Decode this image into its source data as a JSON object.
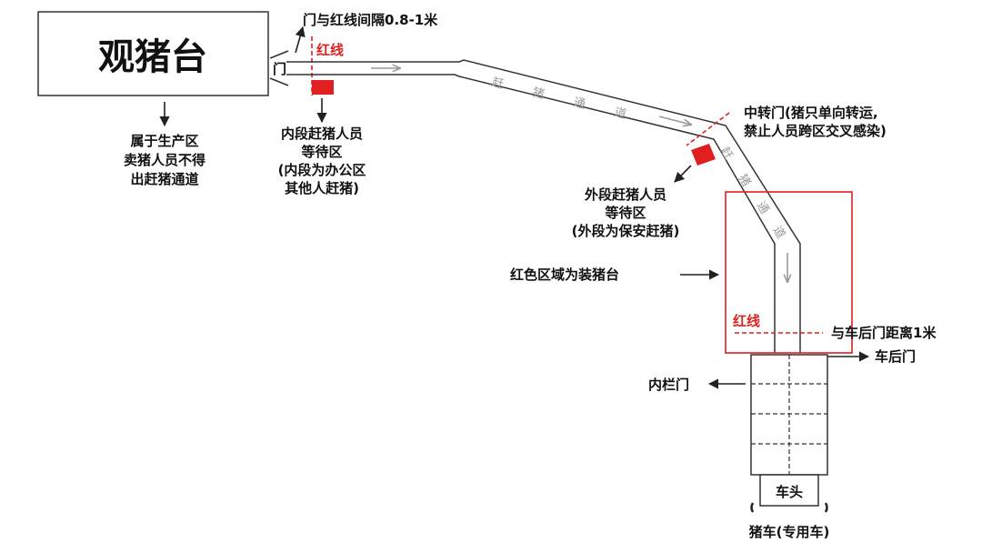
{
  "diagram": {
    "viewing_platform": "观猪台",
    "door_label": "门",
    "door_gap_note": "门与红线间隔0.8-1米",
    "red_line_top": "红线",
    "production_zone_note": [
      "属于生产区",
      "卖猪人员不得",
      "出赶猪通道"
    ],
    "inner_waiting_note": [
      "内段赶猪人员",
      "等待区",
      "(内段为办公区",
      "其他人赶猪)"
    ],
    "channel_chars": [
      "赶",
      "猪",
      "通",
      "道"
    ],
    "channel_chars_lower": [
      "赶",
      "猪",
      "通",
      "道"
    ],
    "transfer_door_note": [
      "中转门(猪只单向转运,",
      "禁止人员跨区交叉感染)"
    ],
    "outer_waiting_note": [
      "外段赶猪人员",
      "等待区",
      "(外段为保安赶猪)"
    ],
    "red_area_note": "红色区域为装猪台",
    "red_line_bottom": "红线",
    "rear_gap_note": "与车后门距离1米",
    "rear_door_label": "车后门",
    "inner_gate_label": "内栏门",
    "truck_head_label": "车头",
    "truck_caption": "猪车(专用车)",
    "colors": {
      "red": "#e02020",
      "line": "#333333",
      "arrow_gray": "#9a9a9a"
    }
  }
}
